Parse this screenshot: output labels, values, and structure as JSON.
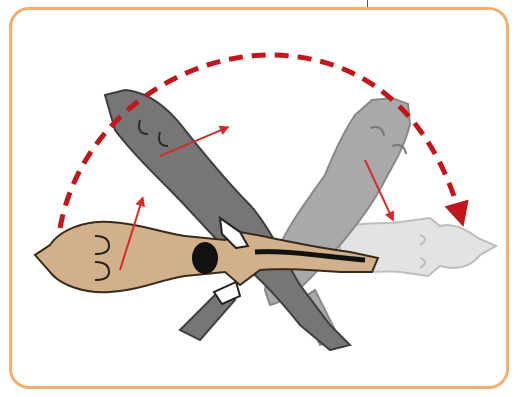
{
  "illustration": {
    "subject": "sequential-rotation-of-animal-body",
    "colors": {
      "frame": "#f3ae72",
      "arc_arrow": "#c1161c",
      "small_arrows": "#d62a2a",
      "figure_tan": "#d2b08b",
      "figure_dark_gray": "#767676",
      "figure_mid_gray": "#a9a9a9",
      "figure_light_gray": "#e3e3e3",
      "outline": "#222222"
    },
    "poses": [
      "pose-1-tan",
      "pose-2-dark",
      "pose-3-mid",
      "pose-4-light"
    ]
  }
}
